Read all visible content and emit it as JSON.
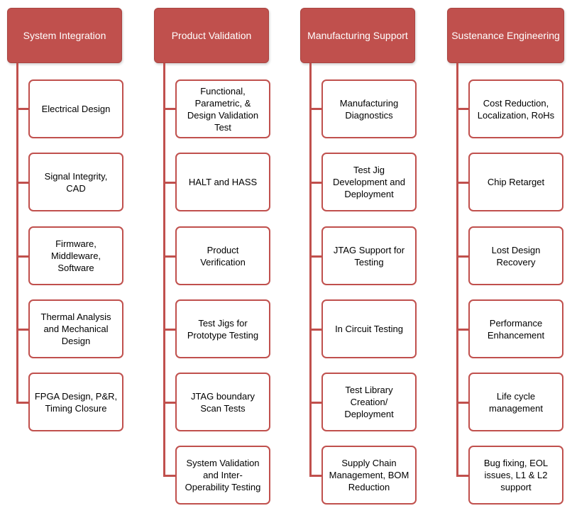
{
  "columns": [
    {
      "title": "System Integration",
      "items": [
        "Electrical Design",
        "Signal Integrity,\nCAD",
        "Firmware,\nMiddleware,\nSoftware",
        "Thermal Analysis\nand Mechanical\nDesign",
        "FPGA Design, P&R,\nTiming Closure"
      ]
    },
    {
      "title": "Product Validation",
      "items": [
        "Functional,\nParametric, &\nDesign Validation\nTest",
        "HALT and HASS",
        "Product\nVerification",
        "Test Jigs for\nPrototype Testing",
        "JTAG boundary\nScan Tests",
        "System Validation\nand Inter-\nOperability Testing"
      ]
    },
    {
      "title": "Manufacturing Support",
      "items": [
        "Manufacturing\nDiagnostics",
        "Test Jig\nDevelopment and\nDeployment",
        "JTAG Support for\nTesting",
        "In Circuit Testing",
        "Test Library\nCreation/\nDeployment",
        "Supply Chain\nManagement, BOM\nReduction"
      ]
    },
    {
      "title": "Sustenance Engineering",
      "items": [
        "Cost Reduction,\nLocalization, RoHs",
        "Chip Retarget",
        "Lost Design\nRecovery",
        "Performance\nEnhancement",
        "Life cycle\nmanagement",
        "Bug fixing, EOL\nissues, L1 & L2\nsupport"
      ]
    }
  ],
  "colors": {
    "header_fill": "#c0504d",
    "box_border": "#c0504d",
    "connector": "#c0504d"
  }
}
